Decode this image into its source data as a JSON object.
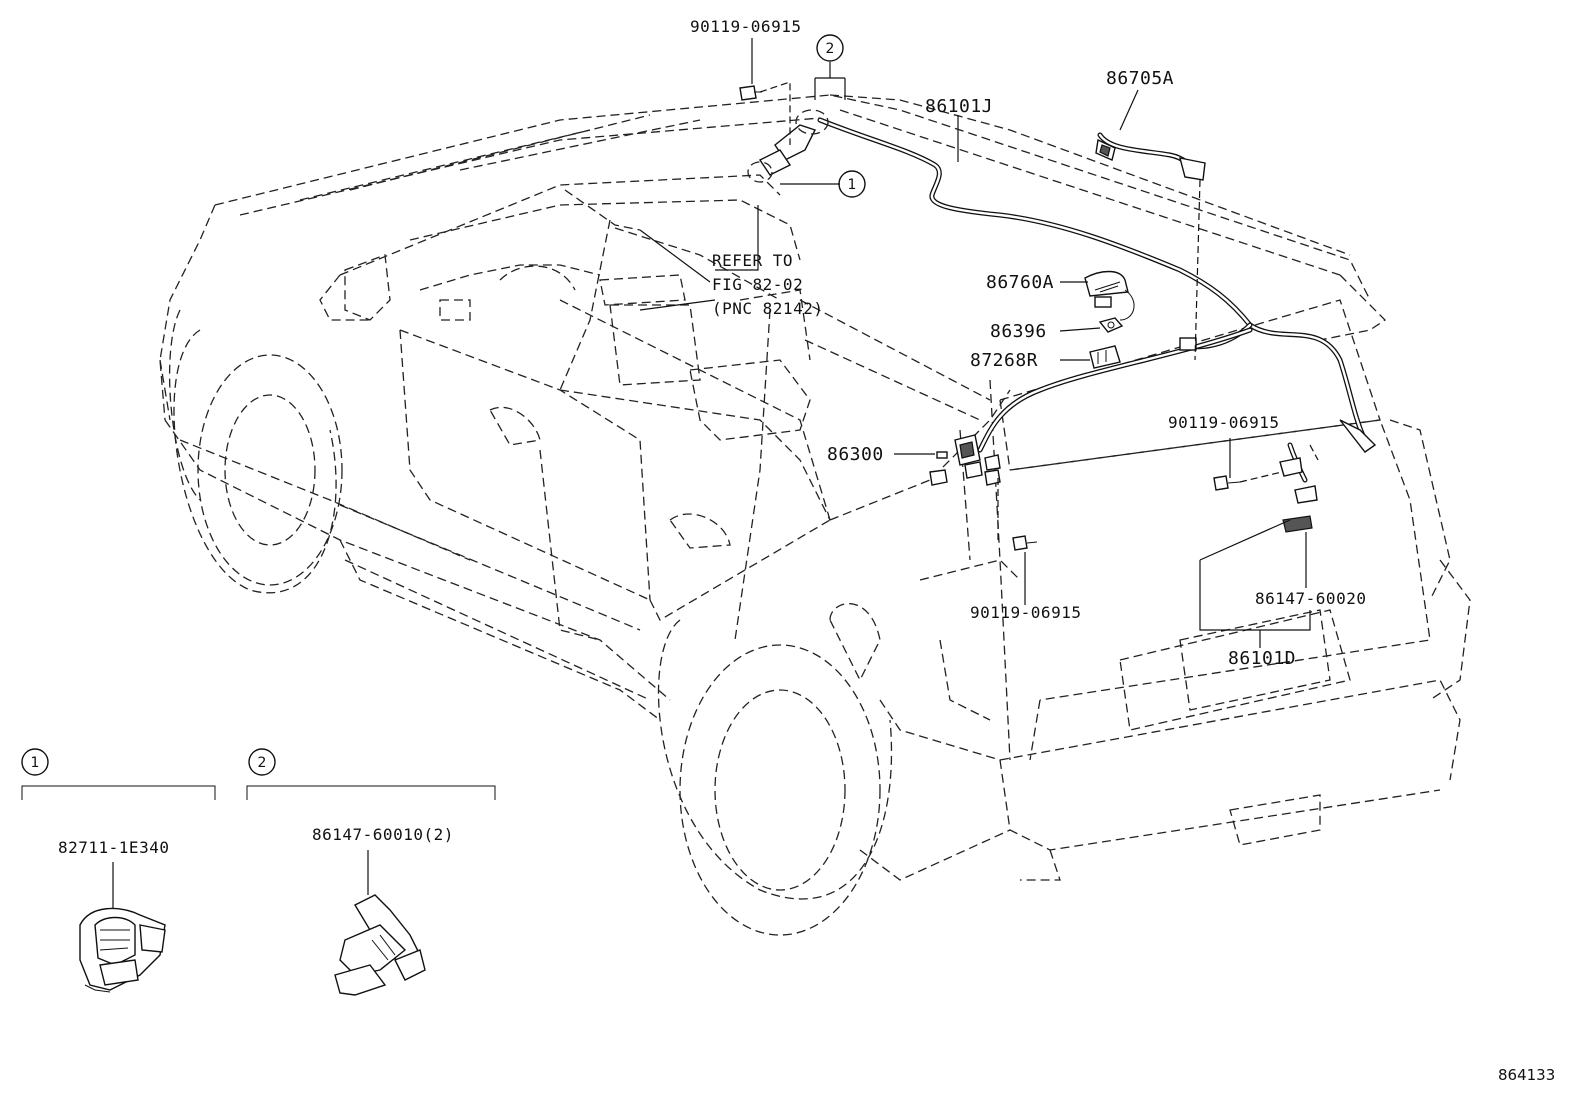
{
  "diagram": {
    "figure_number": "864133",
    "refer_note": {
      "line1": "REFER TO",
      "line2": "FIG 82-02",
      "line3": "(PNC 82142)"
    },
    "callouts": [
      {
        "id": "1",
        "label": "①"
      },
      {
        "id": "2",
        "label": "②"
      }
    ],
    "parts": {
      "bolt_top": "90119-06915",
      "harness_roof": "86101J",
      "harness_86705A": "86705A",
      "antenna": "86760A",
      "pad": "86396",
      "clamp": "87268R",
      "part_86300": "86300",
      "bolt_right": "90119-06915",
      "bolt_lower": "90119-06915",
      "clamp_86147_60020": "86147-60020",
      "harness_86101D": "86101D",
      "inset1_part": "82711-1E340",
      "inset2_part": "86147-60010(2)"
    }
  }
}
